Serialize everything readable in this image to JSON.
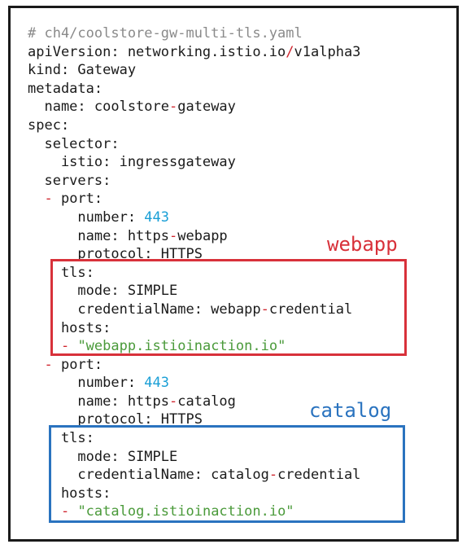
{
  "code": {
    "l1": "# ch4/coolstore-gw-multi-tls.yaml",
    "l2_key": "apiVersion: networking.istio.io",
    "l2_sep": "/",
    "l2_val": "v1alpha3",
    "l3": "kind: Gateway",
    "l4": "metadata:",
    "l5_a": "  name: coolstore",
    "l5_dash": "-",
    "l5_b": "gateway",
    "l6": "spec:",
    "l7": "  selector:",
    "l8": "    istio: ingressgateway",
    "l9": "  servers:",
    "l10_indent": "  ",
    "l10_dash": "-",
    "l10_b": " port:",
    "l11_a": "      number: ",
    "l11_num": "443",
    "l12_a": "      name: https",
    "l12_dash": "-",
    "l12_b": "webapp",
    "l13": "      protocol: HTTPS",
    "l14": "    tls:",
    "l15": "      mode: SIMPLE",
    "l16_a": "      credentialName: webapp",
    "l16_dash": "-",
    "l16_b": "credential",
    "l17": "    hosts:",
    "l18_indent": "    ",
    "l18_dash": "-",
    "l18_str": " \"webapp.istioinaction.io\"",
    "l19_indent": "  ",
    "l19_dash": "-",
    "l19_b": " port:",
    "l20_a": "      number: ",
    "l20_num": "443",
    "l21_a": "      name: https",
    "l21_dash": "-",
    "l21_b": "catalog",
    "l22": "      protocol: HTTPS",
    "l23": "    tls:",
    "l24": "      mode: SIMPLE",
    "l25_a": "      credentialName: catalog",
    "l25_dash": "-",
    "l25_b": "credential",
    "l26": "    hosts:",
    "l27_indent": "    ",
    "l27_dash": "-",
    "l27_str": " \"catalog.istioinaction.io\""
  },
  "labels": {
    "webapp": "webapp",
    "catalog": "catalog"
  },
  "colors": {
    "webapp_box": "#d8313a",
    "catalog_box": "#2a73bf",
    "dash": "#d0262f",
    "number": "#1a9fd6",
    "string": "#4a9a3a",
    "comment": "#8a8a8a"
  }
}
